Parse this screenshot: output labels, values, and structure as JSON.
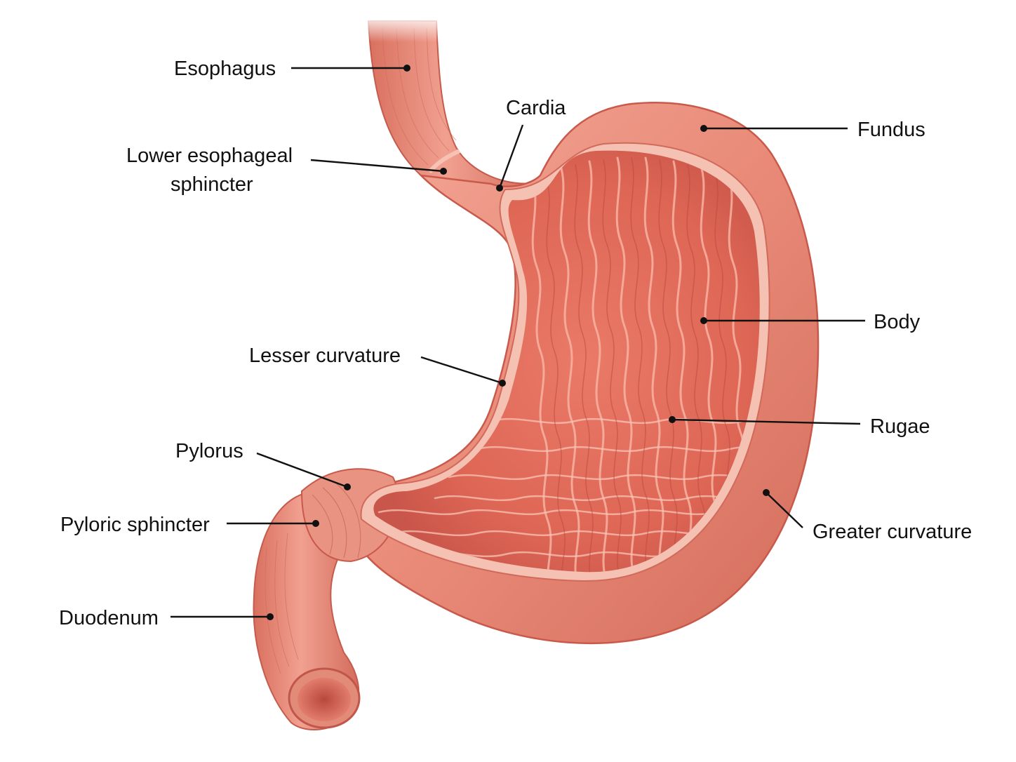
{
  "labels": {
    "esophagus": "Esophagus",
    "cardia": "Cardia",
    "fundus": "Fundus",
    "les_line1": "Lower esophageal",
    "les_line2": "sphincter",
    "body": "Body",
    "lesser_curvature": "Lesser curvature",
    "rugae": "Rugae",
    "pylorus": "Pylorus",
    "pyloric_sphincter": "Pyloric sphincter",
    "greater_curvature": "Greater curvature",
    "duodenum": "Duodenum"
  },
  "colors": {
    "background": "#ffffff",
    "tissue_outer": "#e98a78",
    "tissue_dark": "#c9564a",
    "tissue_inner": "#de6a5a",
    "tissue_highlight": "#f6b9a8",
    "label_text": "#111111"
  }
}
